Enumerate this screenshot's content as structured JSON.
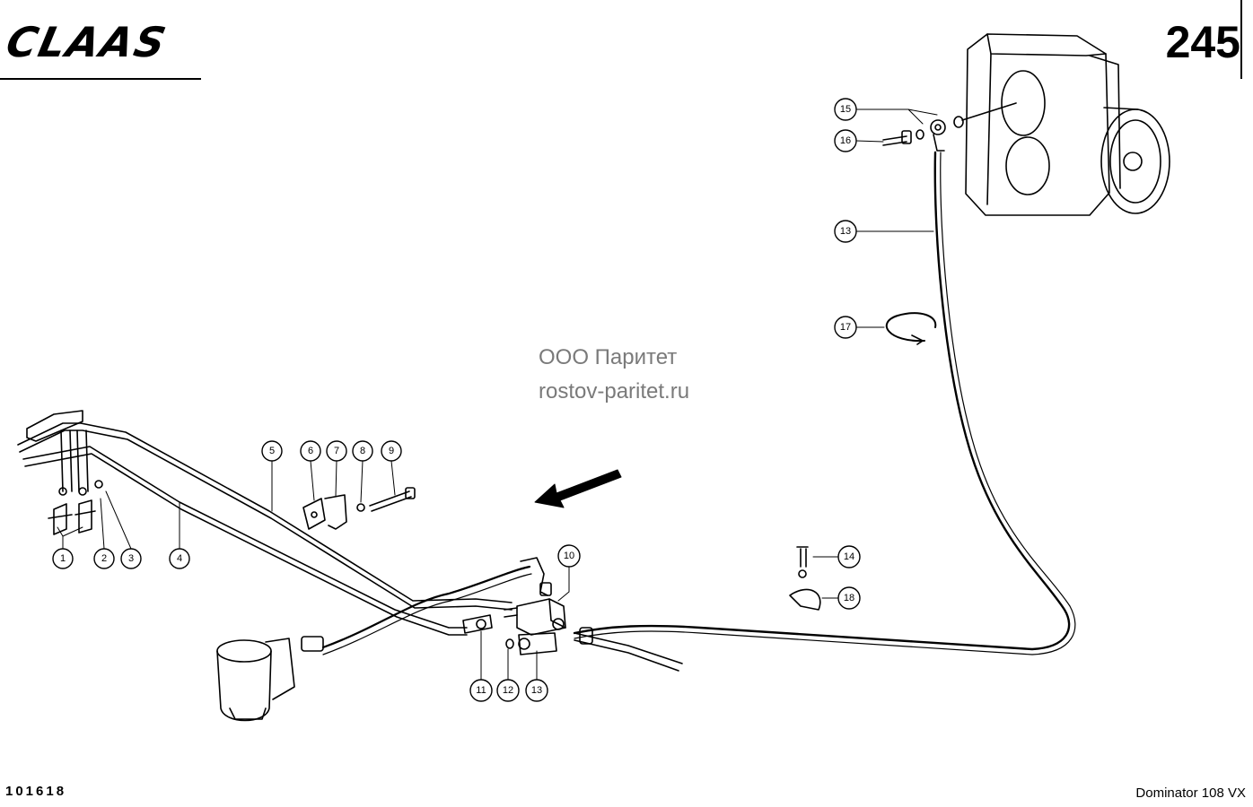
{
  "brand": "CLAAS",
  "page_number": "245",
  "watermark": {
    "company": "ООО Паритет",
    "website": "rostov-paritet.ru"
  },
  "drawing_id": "101618",
  "model": "Dominator 108 VX",
  "callouts": [
    "1",
    "2",
    "3",
    "4",
    "5",
    "6",
    "7",
    "8",
    "9",
    "10",
    "11",
    "12",
    "13",
    "13",
    "14",
    "15",
    "16",
    "17",
    "18"
  ]
}
